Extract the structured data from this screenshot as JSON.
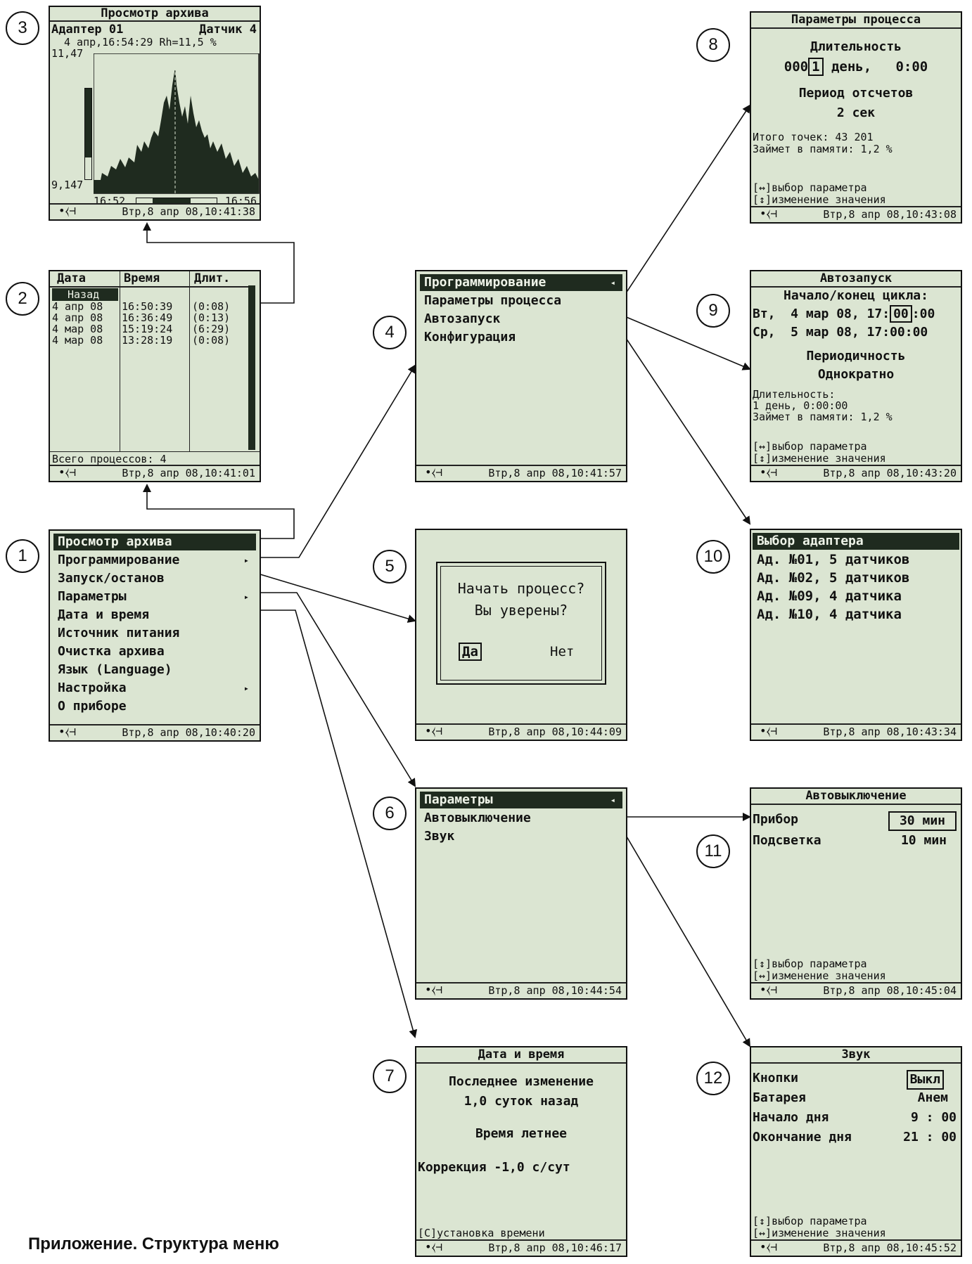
{
  "footer": "Приложение. Структура меню",
  "status_datetimes": {
    "s1": "Втр,8 апр 08,10:40:20",
    "s2": "Втр,8 апр 08,10:41:01",
    "s3": "Втр,8 апр 08,10:41:38",
    "s4": "Втр,8 апр 08,10:41:57",
    "s5": "Втр,8 апр 08,10:44:09",
    "s6": "Втр,8 апр 08,10:44:54",
    "s7": "Втр,8 апр 08,10:46:17",
    "s8": "Втр,8 апр 08,10:43:08",
    "s9": "Втр,8 апр 08,10:43:20",
    "s10": "Втр,8 апр 08,10:43:34",
    "s11": "Втр,8 апр 08,10:45:04",
    "s12": "Втр,8 апр 08,10:45:52"
  },
  "usb_icon": "usb-icon",
  "numbers": [
    "1",
    "2",
    "3",
    "4",
    "5",
    "6",
    "7",
    "8",
    "9",
    "10",
    "11",
    "12"
  ],
  "screen1": {
    "items": [
      "Просмотр архива",
      "Программирование",
      "Запуск/останов",
      "Параметры",
      "Дата и время",
      "Источник питания",
      "Очистка архива",
      "Язык (Language)",
      "Настройка",
      "О приборе"
    ],
    "submenu_arrow": "▸"
  },
  "screen2": {
    "headers": [
      "Дата",
      "Время",
      "Длит."
    ],
    "back": "Назад",
    "rows": [
      [
        "4 апр 08",
        "16:50:39",
        "(0:08)"
      ],
      [
        "4 апр 08",
        "16:36:49",
        "(0:13)"
      ],
      [
        "4 мар 08",
        "15:19:24",
        "(6:29)"
      ],
      [
        "4 мар 08",
        "13:28:19",
        "(0:08)"
      ]
    ],
    "total": "Всего процессов: 4"
  },
  "screen3": {
    "title": "Просмотр архива",
    "adapter": "Адаптер 01",
    "sensor": "Датчик 4",
    "info": "4 апр,16:54:29 Rh=11,5 %",
    "ymax": "11,47",
    "ymin": "9,147",
    "tstart": "16:52",
    "tend": "16:56"
  },
  "screen4": {
    "items": [
      "Программирование",
      "Параметры процесса",
      "Автозапуск",
      "Конфигурация"
    ],
    "arrow": "◂"
  },
  "screen5": {
    "q1": "Начать процесс?",
    "q2": "Вы уверены?",
    "yes": "Да",
    "no": "Нет"
  },
  "screen6": {
    "items": [
      "Параметры",
      "Автовыключение",
      "Звук"
    ],
    "arrow": "◂"
  },
  "screen7": {
    "title": "Дата и время",
    "l1": "Последнее изменение",
    "l2": "1,0 суток назад",
    "l3": "Время летнее",
    "l4": "Коррекция -1,0 с/сут",
    "hint": "[С]установка времени"
  },
  "screen8": {
    "title": "Параметры процесса",
    "dur_label": "Длительность",
    "dur_pre": "000",
    "dur_box": "1",
    "dur_post": " день,   0:00",
    "period_label": "Период отсчетов",
    "period": "2 сек",
    "total": "Итого точек: 43 201",
    "mem": "Займет в памяти: 1,2 %",
    "hint1": "[↔]выбор параметра",
    "hint2": "[↕]изменение значения"
  },
  "screen9": {
    "title": "Автозапуск",
    "l1": "Начало/конец цикла:",
    "l2_pre": "Вт,  4 мар 08, 17:",
    "l2_box": "00",
    "l2_post": ":00",
    "l3": "Ср,  5 мар 08, 17:00:00",
    "per_label": "Периодичность",
    "per": "Однократно",
    "d1": "Длительность:",
    "d2": "1 день, 0:00:00",
    "d3": "Займет в памяти: 1,2 %",
    "hint1": "[↔]выбор параметра",
    "hint2": "[↕]изменение значения"
  },
  "screen10": {
    "items": [
      "Выбор адаптера",
      "Ад. №01,  5 датчиков",
      "Ад. №02,  5 датчиков",
      "Ад. №09,  4 датчика",
      "Ад. №10,  4 датчика"
    ]
  },
  "screen11": {
    "title": "Автовыключение",
    "r1l": "Прибор",
    "r1v": "30 мин",
    "r2l": "Подсветка",
    "r2v": "10 мин",
    "hint1": "[↕]выбор параметра",
    "hint2": "[↔]изменение значения"
  },
  "screen12": {
    "title": "Звук",
    "r1l": "Кнопки",
    "r1v": "Выкл",
    "r2l": "Батарея",
    "r2v": "Анем",
    "r3l": "Начало дня",
    "r3v": "9 : 00",
    "r4l": "Окончание дня",
    "r4v": "21 : 00",
    "hint1": "[↕]выбор параметра",
    "hint2": "[↔]изменение значения"
  }
}
